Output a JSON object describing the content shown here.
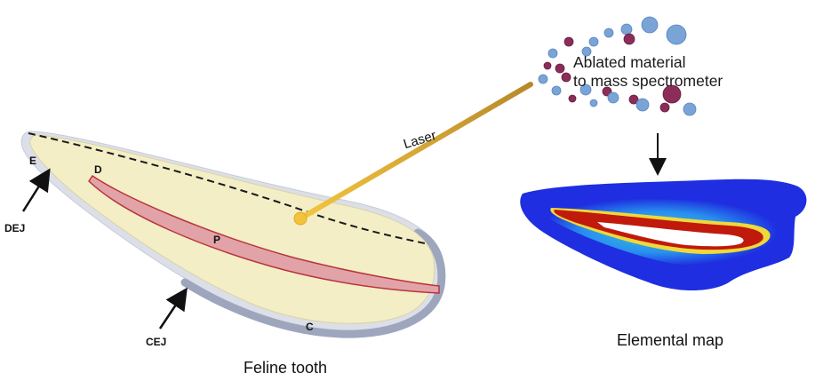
{
  "labels": {
    "enamel": "E",
    "dentin": "D",
    "pulp": "P",
    "cementum": "C",
    "dej": "DEJ",
    "cej": "CEJ",
    "laser": "Laser",
    "ablated_line1": "Ablated material",
    "ablated_line2": "to mass spectrometer",
    "feline_tooth": "Feline tooth",
    "elemental_map": "Elemental map"
  },
  "colors": {
    "enamel_outer": "#dcdfe8",
    "cementum_outer": "#9ea6be",
    "dentin_fill": "#f3eec5",
    "pulp_fill": "#e1a3a8",
    "pulp_edge": "#b9333e",
    "laser_beam": "#d8a62b",
    "laser_dot": "#f2c43a",
    "particle_blue": "#7aa3d6",
    "particle_purple": "#8a2d58",
    "map_blue": "#1e2ee0",
    "map_red": "#c01a0c"
  },
  "icons": {
    "dej_arrow": "arrow-up-right-icon",
    "cej_arrow": "arrow-up-right-icon",
    "flow_arrow": "arrow-down-icon"
  }
}
